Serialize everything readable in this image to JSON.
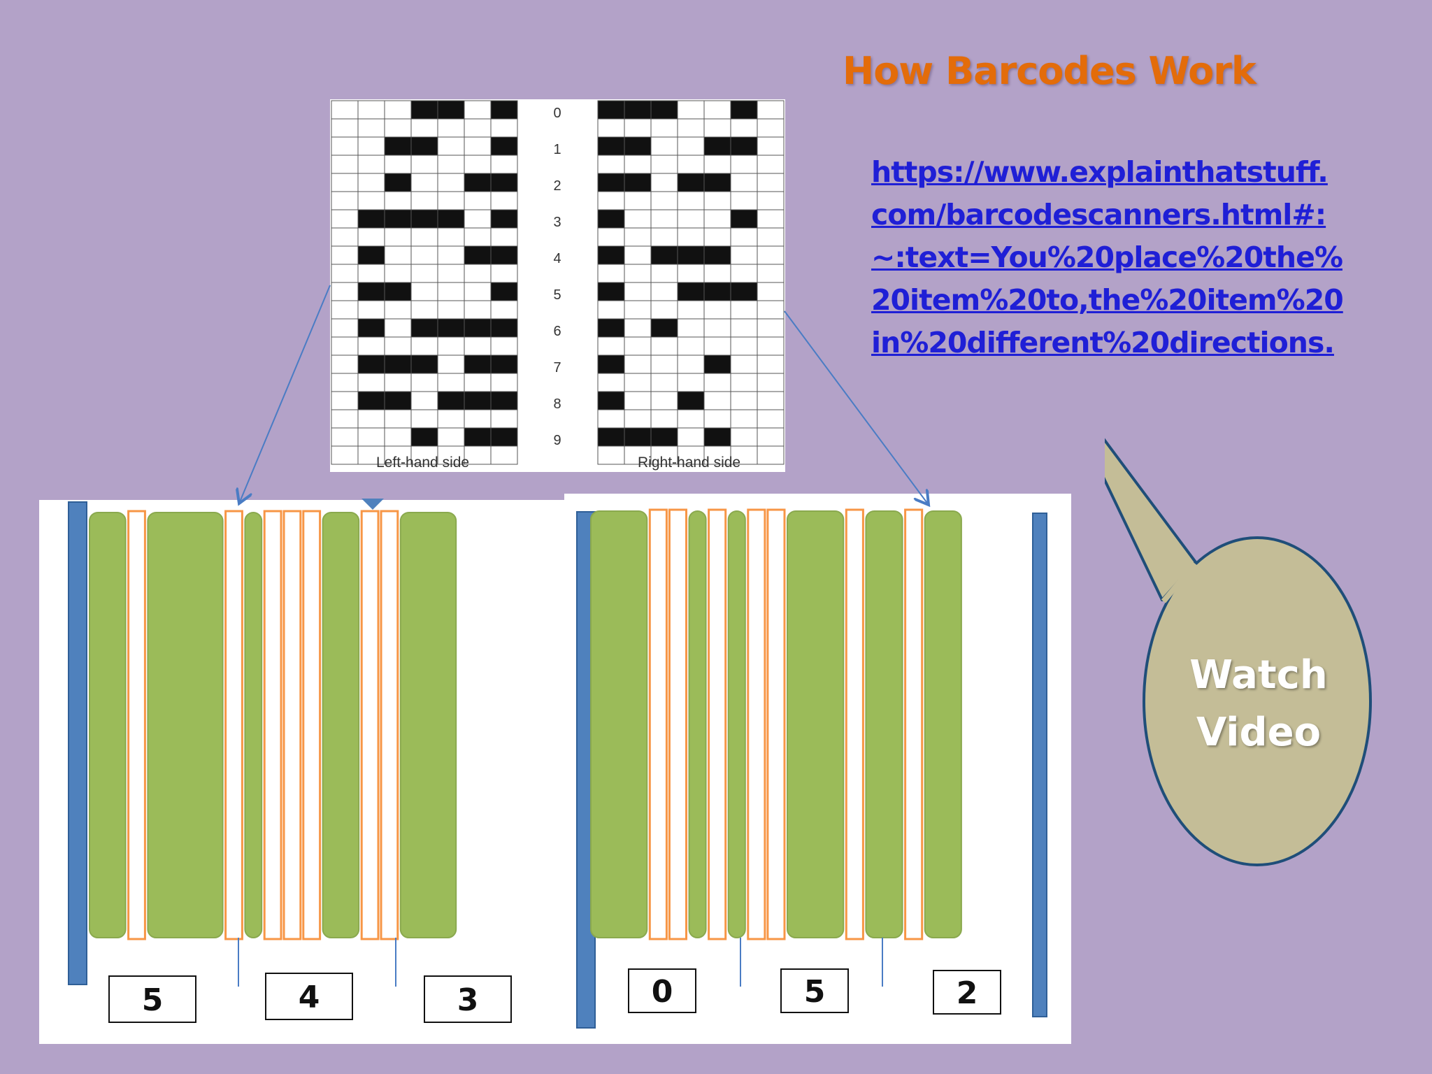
{
  "title": "How Barcodes Work",
  "link": {
    "lines": [
      "https://www.explainthatstuff.",
      "com/barcodescanners.html#:",
      "~:text=You%20place%20the%",
      "20item%20to,the%20item%20",
      "in%20different%20directions."
    ]
  },
  "encoding_table": {
    "digits": [
      "0",
      "1",
      "2",
      "3",
      "4",
      "5",
      "6",
      "7",
      "8",
      "9"
    ],
    "left_label": "Left-hand side",
    "right_label": "Right-hand side",
    "left_patterns": [
      "0001101",
      "0011001",
      "0010011",
      "0111101",
      "0100011",
      "0110001",
      "0101111",
      "0111011",
      "0110111",
      "0001011"
    ],
    "right_patterns": [
      "1110010",
      "1100110",
      "1101100",
      "1000010",
      "1011100",
      "1001110",
      "1010000",
      "1000100",
      "1001000",
      "1110100"
    ]
  },
  "barcode_left": {
    "digits": [
      "5",
      "4",
      "3"
    ],
    "modules": "1101111010001100111"
  },
  "barcode_right": {
    "digits": [
      "0",
      "5",
      "2"
    ],
    "modules": "1110010100111011011"
  },
  "callout": {
    "line1": "Watch",
    "line2": "Video"
  },
  "colors": {
    "background": "#b3a2c8",
    "title": "#e36c0a",
    "link": "#1f1fd6",
    "bar_fill": "#9bbb59",
    "space_outline": "#f79646",
    "guard_bar": "#4f81bd",
    "callout_fill": "#c4bd97",
    "callout_stroke": "#1f4e79",
    "connector": "#4a7cc4"
  }
}
